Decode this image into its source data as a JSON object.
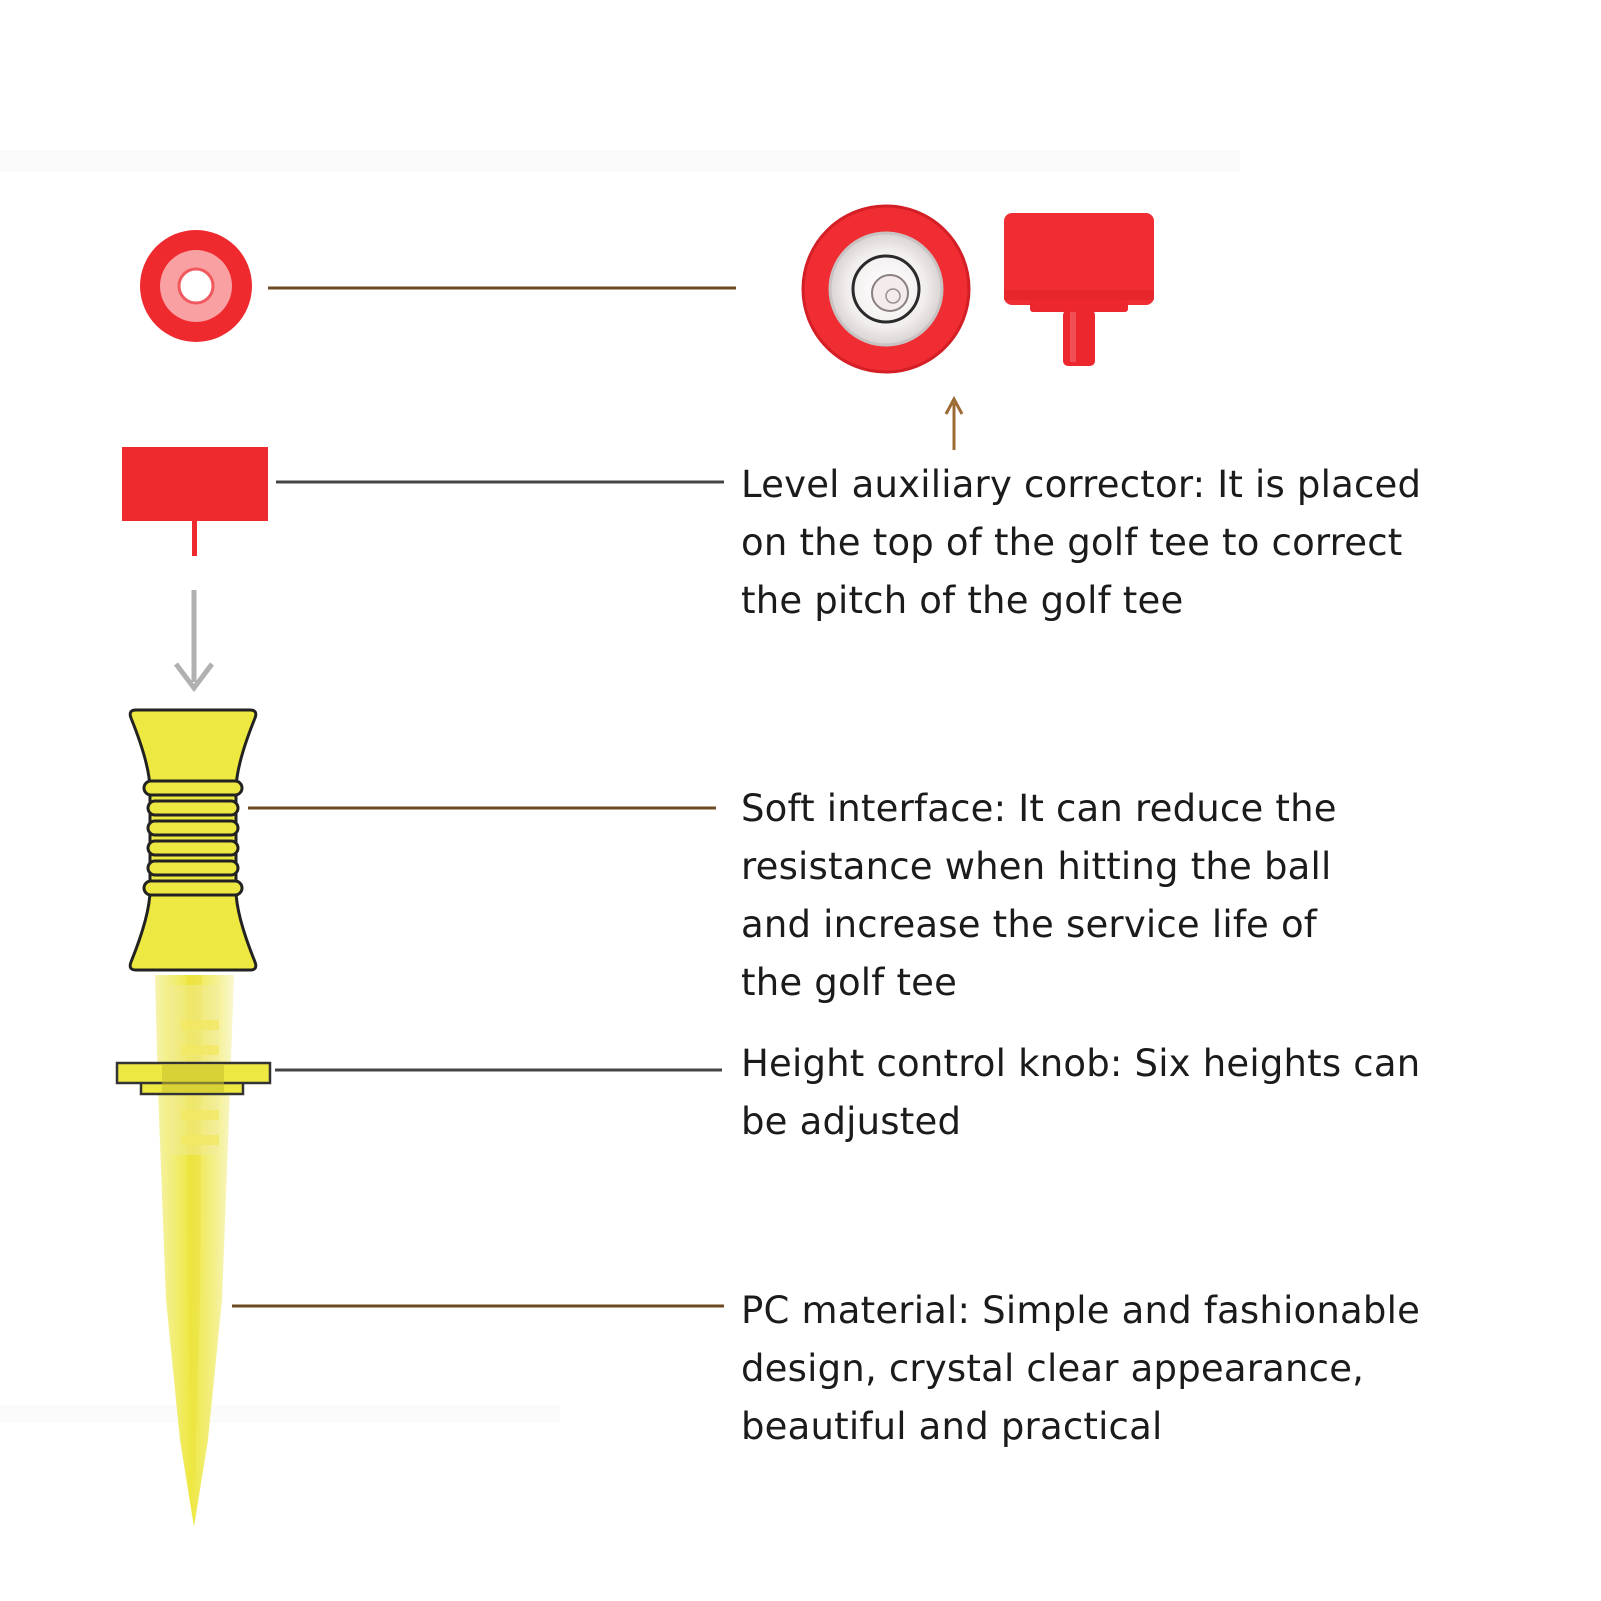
{
  "colors": {
    "red": "#ee2a2f",
    "yellow": "#eee842",
    "leader_brown": "#6e4a23",
    "leader_gray": "#444444",
    "arrow_gray": "#b0b0b0"
  },
  "icons": {
    "level_top_view": "red-bubble-level-top-view",
    "level_side_view": "red-cap-side-view",
    "tee": "yellow-golf-tee"
  },
  "callouts": {
    "level_corrector": {
      "lines": [
        "Level auxiliary corrector: It is placed",
        "on the top of the golf tee to correct",
        "the pitch of the golf tee"
      ]
    },
    "soft_interface": {
      "lines": [
        "Soft interface: It can reduce the",
        "resistance when hitting the ball",
        "and increase the service life of",
        "the golf tee"
      ]
    },
    "height_knob": {
      "lines": [
        "Height control knob: Six heights can",
        "be adjusted"
      ]
    },
    "pc_material": {
      "lines": [
        "PC material: Simple and fashionable",
        "design, crystal clear appearance,",
        "beautiful and practical"
      ]
    }
  }
}
